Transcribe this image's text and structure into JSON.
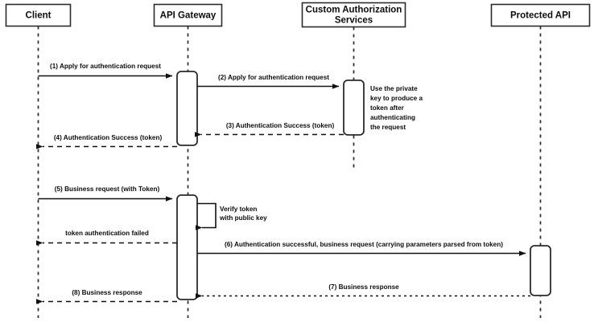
{
  "diagram": {
    "type": "uml-sequence-diagram",
    "title": "API Gateway token authentication sequence",
    "background_color": "#ffffff",
    "line_color": "#2b2b2b",
    "text_color": "#0d0d0d"
  },
  "participants": [
    {
      "id": "client",
      "label": "Client"
    },
    {
      "id": "api_gateway",
      "label": "API Gateway"
    },
    {
      "id": "custom_auth",
      "label": "Custom Authorization\nServices",
      "line1": "Custom Authorization",
      "line2": "Services"
    },
    {
      "id": "protected_api",
      "label": "Protected API"
    }
  ],
  "messages": [
    {
      "number": "1",
      "label": "(1) Apply for authentication request",
      "from": "client",
      "to": "api_gateway",
      "style": "solid"
    },
    {
      "number": "2",
      "label": "(2) Apply for authentication request",
      "from": "api_gateway",
      "to": "custom_auth",
      "style": "solid"
    },
    {
      "number": "3",
      "label": "(3) Authentication Success (token)",
      "from": "custom_auth",
      "to": "api_gateway",
      "style": "dashed"
    },
    {
      "number": "4",
      "label": "(4) Authentication Success (token)",
      "from": "api_gateway",
      "to": "client",
      "style": "dashed"
    },
    {
      "number": "5",
      "label": "(5) Business request (with Token)",
      "from": "client",
      "to": "api_gateway",
      "style": "solid"
    },
    {
      "number": "self",
      "label": "Verify token\nwith public key",
      "line1": "Verify token",
      "line2": "with public key",
      "from": "api_gateway",
      "to": "api_gateway",
      "style": "self-loop"
    },
    {
      "number": "fail",
      "label": "token authentication failed",
      "from": "api_gateway",
      "to": "client",
      "style": "dashed"
    },
    {
      "number": "6",
      "label": "(6) Authentication successful, business request (carrying parameters parsed from token)",
      "from": "api_gateway",
      "to": "protected_api",
      "style": "solid"
    },
    {
      "number": "7",
      "label": "(7) Business response",
      "from": "protected_api",
      "to": "api_gateway",
      "style": "dotted"
    },
    {
      "number": "8",
      "label": "(8) Business response",
      "from": "api_gateway",
      "to": "client",
      "style": "dashed"
    }
  ],
  "notes": [
    {
      "id": "private-key-note",
      "attached_to": "custom_auth",
      "label": "Use the private key to produce a token after authenticating the request",
      "lines": [
        "Use the private",
        "key to produce a",
        "token after",
        "authenticating",
        "the request"
      ]
    }
  ]
}
